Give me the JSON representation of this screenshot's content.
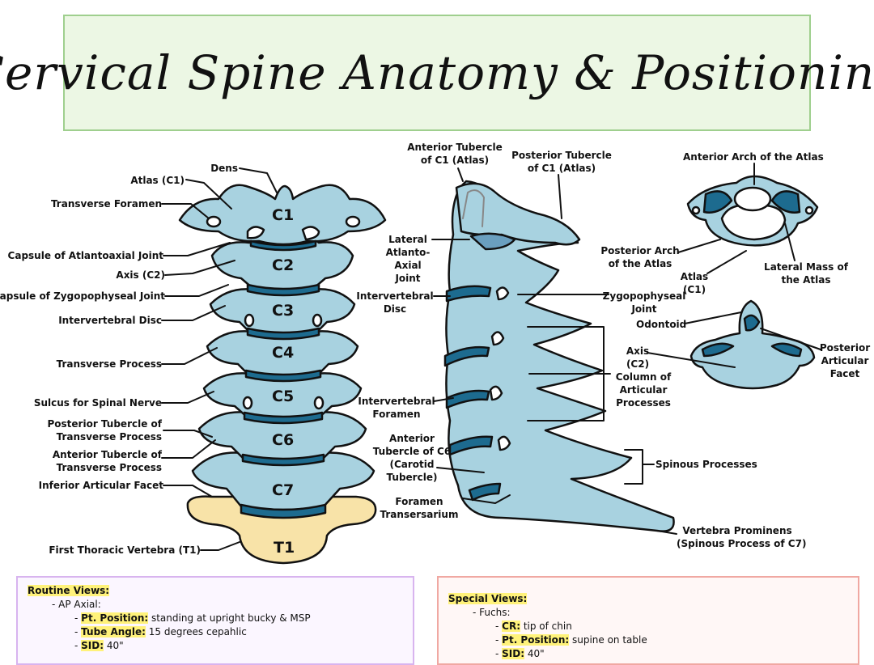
{
  "title": "Cervical Spine Anatomy & Positioning",
  "colors": {
    "bone": "#a8d2e0",
    "disc": "#1d6b8f",
    "thoracic": "#f8e3a8",
    "title_bg": "#ecf7e4",
    "title_border": "#9fcf8e"
  },
  "ap_view": {
    "vertebrae": [
      "C1",
      "C2",
      "C3",
      "C4",
      "C5",
      "C6",
      "C7",
      "T1"
    ],
    "labels": {
      "dens": "Dens",
      "atlas": "Atlas (C1)",
      "transverse_foramen": "Transverse Foramen",
      "capsule_atlantoaxial": "Capsule of Atlantoaxial Joint",
      "axis": "Axis (C2)",
      "capsule_zygapophyseal": "Capsule of Zygopophyseal Joint",
      "intervertebral_disc": "Intervertebral Disc",
      "transverse_process": "Transverse Process",
      "sulcus": "Sulcus for Spinal Nerve",
      "posterior_tubercle_1": "Posterior Tubercle of",
      "posterior_tubercle_2": "Transverse Process",
      "anterior_tubercle_1": "Anterior Tubercle of",
      "anterior_tubercle_2": "Transverse Process",
      "inferior_articular_facet": "Inferior Articular Facet",
      "first_thoracic": "First Thoracic Vertebra (T1)"
    }
  },
  "lateral_view": {
    "labels": {
      "anterior_tubercle_c1_1": "Anterior Tubercle",
      "anterior_tubercle_c1_2": "of C1 (Atlas)",
      "posterior_tubercle_c1_1": "Posterior Tubercle",
      "posterior_tubercle_c1_2": "of C1 (Atlas)",
      "lateral_joint_1": "Lateral",
      "lateral_joint_2": "Atlanto-",
      "lateral_joint_3": "Axial",
      "lateral_joint_4": "Joint",
      "iv_disc_1": "Intervertebral",
      "iv_disc_2": "Disc",
      "zygo_1": "Zygopophyseal",
      "zygo_2": "Joint",
      "column_1": "Column of",
      "column_2": "Articular",
      "column_3": "Processes",
      "iv_foramen_1": "Intervertebral",
      "iv_foramen_2": "Foramen",
      "ant_tub_c6_1": "Anterior",
      "ant_tub_c6_2": "Tubercle of C6",
      "ant_tub_c6_3": "(Carotid",
      "ant_tub_c6_4": "Tubercle)",
      "spinous": "Spinous Processes",
      "foramen_1": "Foramen",
      "foramen_2": "Transersarium",
      "prominens_1": "Vertebra Prominens",
      "prominens_2": "(Spinous Process of C7)"
    }
  },
  "atlas_view": {
    "labels": {
      "anterior_arch": "Anterior Arch of the Atlas",
      "posterior_arch_1": "Posterior Arch",
      "posterior_arch_2": "of the Atlas",
      "atlas_1": "Atlas",
      "atlas_2": "(C1)",
      "lateral_mass_1": "Lateral Mass of",
      "lateral_mass_2": "the Atlas"
    }
  },
  "axis_view": {
    "labels": {
      "odontoid": "Odontoid",
      "axis_1": "Axis",
      "axis_2": "(C2)",
      "posterior_facet_1": "Posterior",
      "posterior_facet_2": "Articular",
      "posterior_facet_3": "Facet"
    }
  },
  "routine_views": {
    "heading": "Routine Views:",
    "view": "- AP Axial:",
    "items": [
      {
        "key": "Pt. Position:",
        "value": " standing at upright bucky & MSP"
      },
      {
        "key": "Tube Angle:",
        "value": " 15 degrees cepahlic"
      },
      {
        "key": "SID:",
        "value": " 40\""
      }
    ]
  },
  "special_views": {
    "heading": "Special Views:",
    "view": "- Fuchs:",
    "items": [
      {
        "key": "CR:",
        "value": " tip of chin"
      },
      {
        "key": "Pt. Position:",
        "value": " supine on table"
      },
      {
        "key": "SID:",
        "value": " 40\""
      }
    ]
  }
}
